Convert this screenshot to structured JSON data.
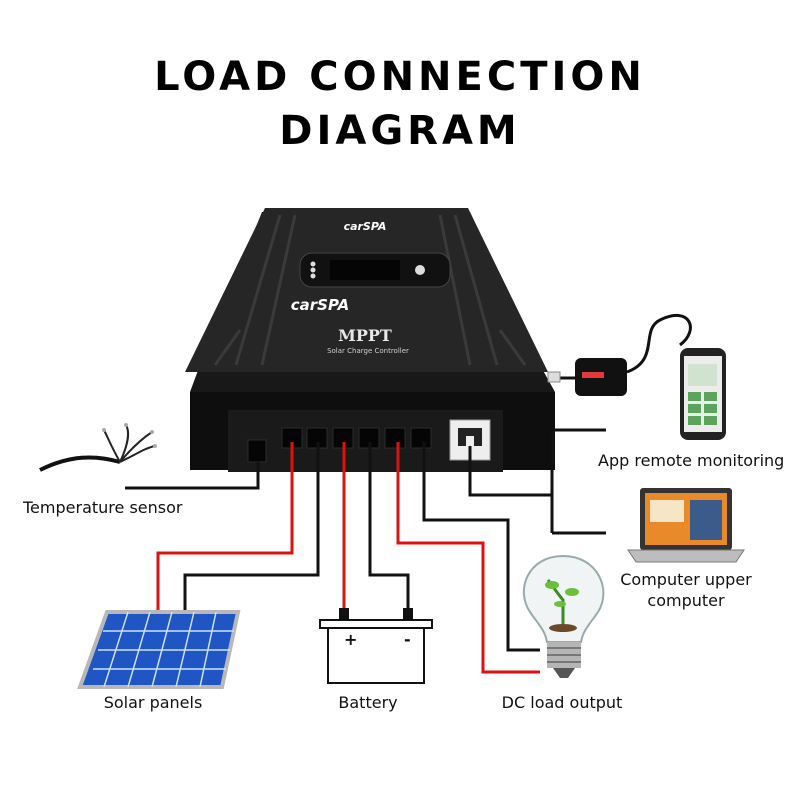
{
  "title_line1": "LOAD CONNECTION",
  "title_line2": "DIAGRAM",
  "controller": {
    "brand": "carSPA",
    "model": "MPPT",
    "subtitle": "Solar Charge Controller"
  },
  "battery": {
    "plus": "+",
    "minus": "-"
  },
  "labels": {
    "temperature_sensor": "Temperature sensor",
    "app_remote": "App remote monitoring",
    "computer_line1": "Computer upper",
    "computer_line2": "computer",
    "solar_panels": "Solar panels",
    "battery": "Battery",
    "dc_load": "DC load output"
  },
  "colors": {
    "positive_wire": "#e01010",
    "negative_wire": "#111111",
    "panel": "#1f56c4"
  }
}
